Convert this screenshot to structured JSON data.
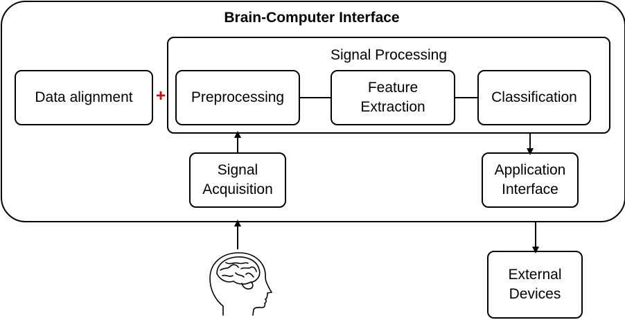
{
  "title": "Brain-Computer Interface",
  "signal_processing": {
    "title": "Signal Processing",
    "steps": [
      "Preprocessing",
      "Feature\nExtraction",
      "Classification"
    ]
  },
  "data_alignment": "Data alignment",
  "plus_symbol": "+",
  "signal_acquisition": "Signal\nAcquisition",
  "application_interface": "Application\nInterface",
  "external_devices": "External\nDevices",
  "colors": {
    "plus": "#e00000",
    "stroke": "#000000"
  }
}
